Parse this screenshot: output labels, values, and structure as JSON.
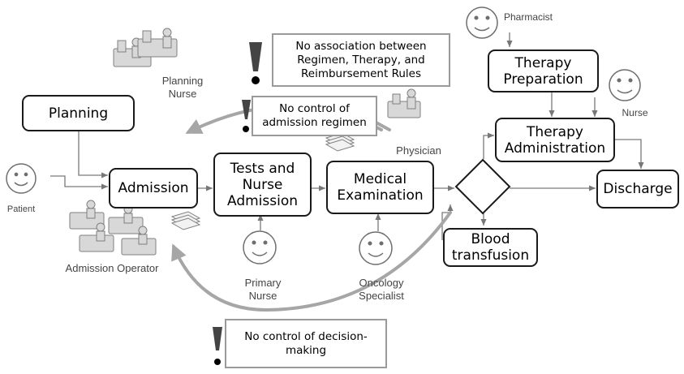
{
  "process": {
    "planning": "Planning",
    "admission": "Admission",
    "tests": "Tests and\nNurse\nAdmission",
    "medical": "Medical\nExamination",
    "blood": "Blood\ntransfusion",
    "therapy_prep": "Therapy\nPreparation",
    "therapy_admin": "Therapy\nAdministration",
    "discharge": "Discharge"
  },
  "roles": {
    "planning_nurse": "Planning\nNurse",
    "patient": "Patient",
    "admission_operator": "Admission Operator",
    "primary_nurse": "Primary\nNurse",
    "oncology": "Oncology\nSpecialist",
    "physician": "Physician",
    "pharmacist": "Pharmacist",
    "nurse": "Nurse"
  },
  "issues": {
    "regimen": "No association between\nRegimen, Therapy, and\nReimbursement Rules",
    "admission_regimen": "No control of\nadmission regimen",
    "decision": "No control of decision-\nmaking"
  },
  "colors": {
    "box_border": "#1a1a1a",
    "note_border": "#9a9a9a",
    "gray_arrow": "#a6a6a6",
    "flow_line": "#7a7a7a",
    "role_text": "#444444"
  },
  "icons": [
    "smiley-face-icon",
    "workstation-icon",
    "documents-icon",
    "warning-icon"
  ]
}
